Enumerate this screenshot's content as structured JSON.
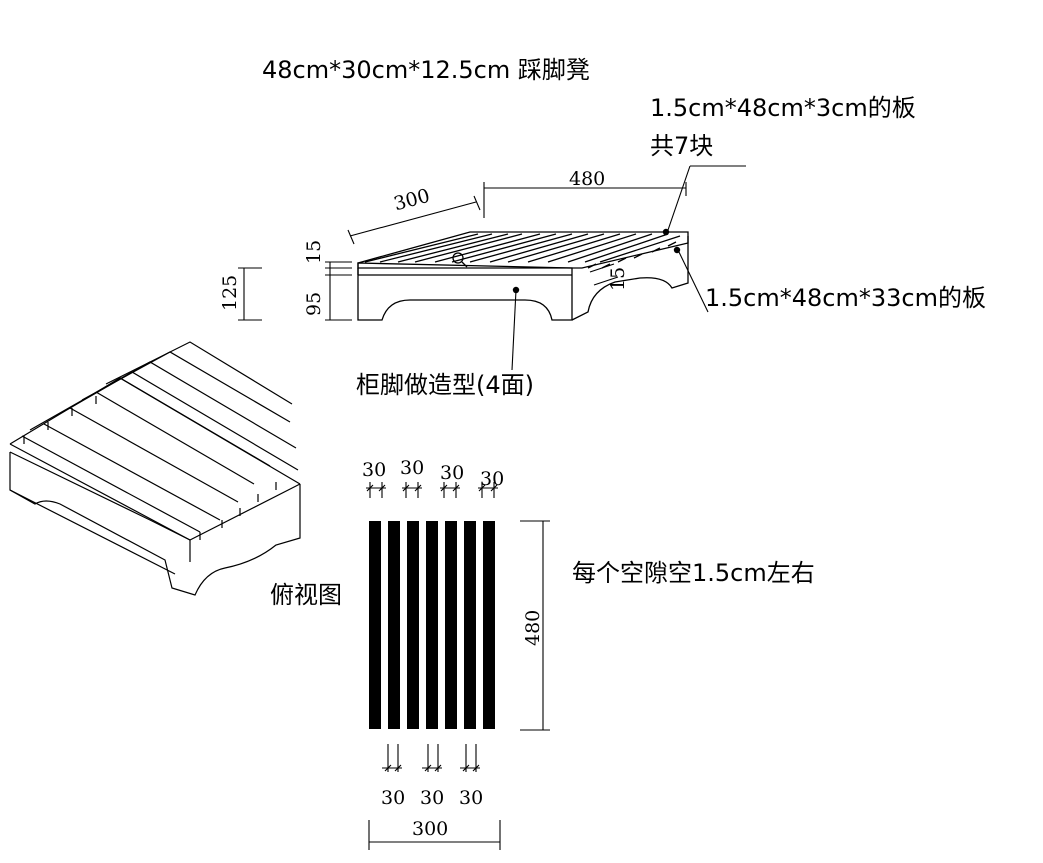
{
  "title": "48cm*30cm*12.5cm 踩脚凳",
  "labels": {
    "top_board": "1.5cm*48cm*3cm的板",
    "top_board_count": "共7块",
    "side_board": "1.5cm*48cm*33cm的板",
    "leg_note": "柜脚做造型(4面)",
    "top_view": "俯视图",
    "gap_note": "每个空隙空1.5cm左右"
  },
  "dimensions": {
    "length": "480",
    "width": "300",
    "total_height": "125",
    "board_thickness": "15",
    "leg_height": "95",
    "side_thickness": "15",
    "slat_widths_top": [
      "30",
      "30",
      "30",
      "30"
    ],
    "plan_length": "480",
    "slat_widths_bottom": [
      "30",
      "30",
      "30"
    ],
    "plan_width": "300"
  }
}
